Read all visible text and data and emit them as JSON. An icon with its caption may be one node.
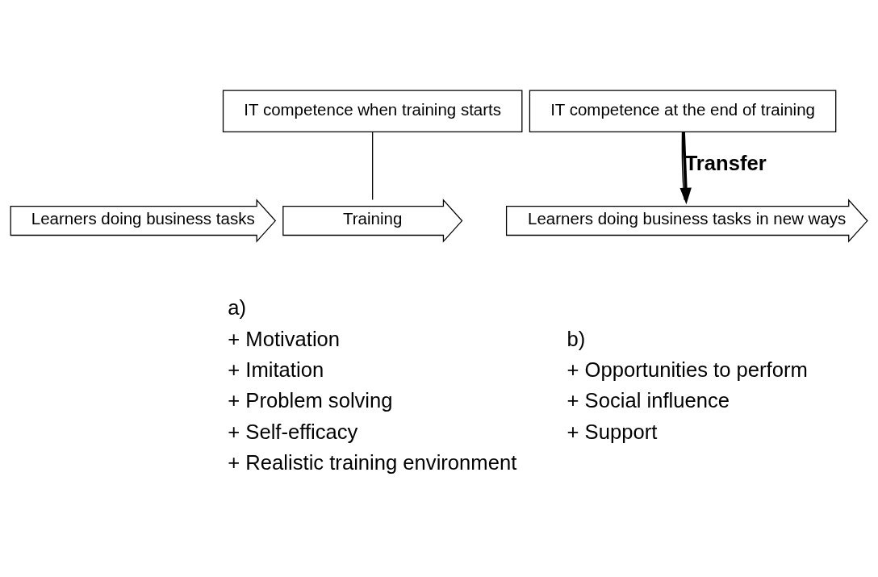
{
  "diagram": {
    "nodes": [
      {
        "text": [
          "Learners doing business tasks"
        ]
      },
      {
        "text": [
          "IT competence when training starts"
        ]
      },
      {
        "text": [
          "Training"
        ]
      },
      {
        "text": [
          "IT competence at the end of training"
        ]
      },
      {
        "text": [
          "Learners doing business tasks in new ways"
        ]
      }
    ],
    "edges": [
      {
        "from": 1,
        "to": 2,
        "arrow": "none"
      },
      {
        "from": 3,
        "to": 4,
        "arrow": "none"
      },
      {
        "from": 3,
        "to": 4,
        "arrow": "to",
        "label": "Transfer",
        "style": "thick"
      }
    ],
    "labels": [
      "a)",
      "+ Motivation",
      "+ Imitation",
      "+ Problem solving",
      "+ Self-efficacy",
      "+ Realistic training environment",
      "b)",
      "+ Opportunities to perform",
      "+ Social influence",
      "+ Support"
    ]
  }
}
